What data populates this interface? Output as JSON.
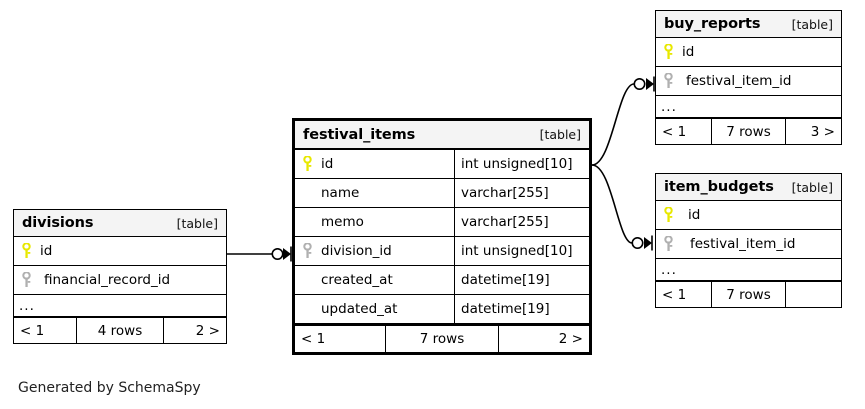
{
  "diagram": {
    "generator_caption": "Generated by SchemaSpy",
    "table_tag": "[table]",
    "ellipsis": "...",
    "colors": {
      "primary_key": "#e8e800",
      "foreign_key": "#b0b0b0",
      "header_band": "#f4f4f4",
      "border": "#000000",
      "background": "#ffffff"
    }
  },
  "tables": {
    "festival_items": {
      "name": "festival_items",
      "tag": "[table]",
      "columns": [
        {
          "key": "primary",
          "name": "id",
          "type": "int unsigned[10]"
        },
        {
          "key": "none",
          "name": "name",
          "type": "varchar[255]"
        },
        {
          "key": "none",
          "name": "memo",
          "type": "varchar[255]"
        },
        {
          "key": "foreign",
          "name": "division_id",
          "type": "int unsigned[10]"
        },
        {
          "key": "none",
          "name": "created_at",
          "type": "datetime[19]"
        },
        {
          "key": "none",
          "name": "updated_at",
          "type": "datetime[19]"
        }
      ],
      "footer": {
        "left": "< 1",
        "middle": "7 rows",
        "right": "2 >"
      }
    },
    "divisions": {
      "name": "divisions",
      "tag": "[table]",
      "columns": [
        {
          "key": "primary",
          "name": "id"
        },
        {
          "key": "foreign",
          "name": "financial_record_id"
        }
      ],
      "more": "...",
      "footer": {
        "left": "< 1",
        "middle": "4 rows",
        "right": "2 >"
      }
    },
    "buy_reports": {
      "name": "buy_reports",
      "tag": "[table]",
      "columns": [
        {
          "key": "primary",
          "name": "id"
        },
        {
          "key": "foreign",
          "name": "festival_item_id"
        }
      ],
      "more": "...",
      "footer": {
        "left": "< 1",
        "middle": "7 rows",
        "right": "3 >"
      }
    },
    "item_budgets": {
      "name": "item_budgets",
      "tag": "[table]",
      "columns": [
        {
          "key": "primary",
          "name": "id"
        },
        {
          "key": "foreign",
          "name": "festival_item_id"
        }
      ],
      "more": "...",
      "footer": {
        "left": "< 1",
        "middle": "7 rows",
        "right": ""
      }
    }
  },
  "relationships": [
    {
      "from": "divisions.id",
      "to": "festival_items.division_id",
      "style": "zero-or-many"
    },
    {
      "from": "festival_items.id",
      "to": "buy_reports.festival_item_id",
      "style": "zero-or-many"
    },
    {
      "from": "festival_items.id",
      "to": "item_budgets.festival_item_id",
      "style": "zero-or-many"
    }
  ]
}
